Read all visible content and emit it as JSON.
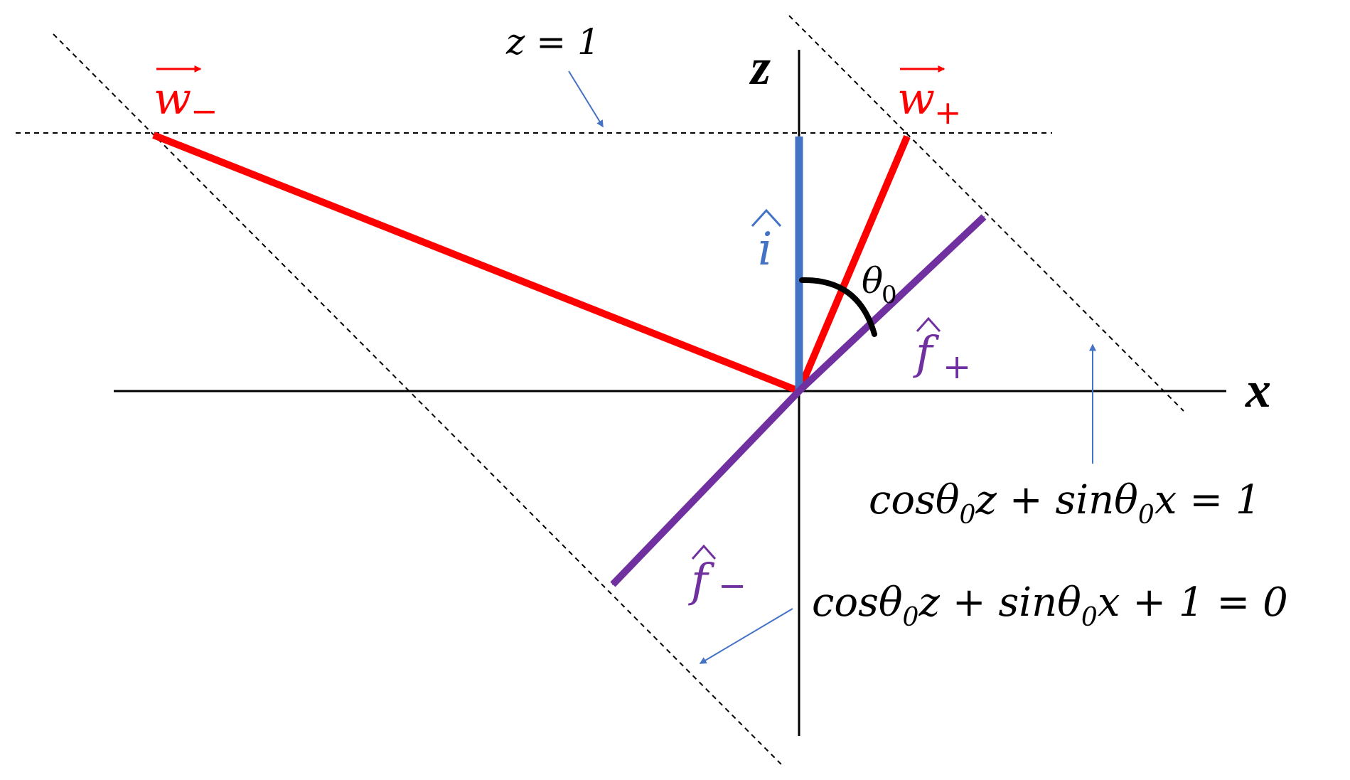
{
  "axes": {
    "x_label": "x",
    "z_label": "z"
  },
  "labels": {
    "z_eq_one": "z = 1",
    "w_minus": "w",
    "w_minus_sub": "−",
    "w_plus": "w",
    "w_plus_sub": "+",
    "i_hat": "i",
    "theta": "θ",
    "theta_sub": "0",
    "f_plus": "f",
    "f_plus_sub": "+",
    "f_minus": "f",
    "f_minus_sub": "−"
  },
  "equations": {
    "upper_line": {
      "cos": "cosθ",
      "sub1": "0",
      "mid": "z + sinθ",
      "sub2": "0",
      "tail": "x = 1"
    },
    "lower_line": {
      "cos": "cosθ",
      "sub1": "0",
      "mid": "z + sinθ",
      "sub2": "0",
      "tail": "x + 1 = 0"
    }
  },
  "colors": {
    "w_vectors": "#ff0000",
    "i_vector": "#4472c4",
    "f_vectors": "#7030a0",
    "callout_arrows": "#4472c4",
    "axes": "#000000",
    "dashed_lines": "#000000"
  }
}
